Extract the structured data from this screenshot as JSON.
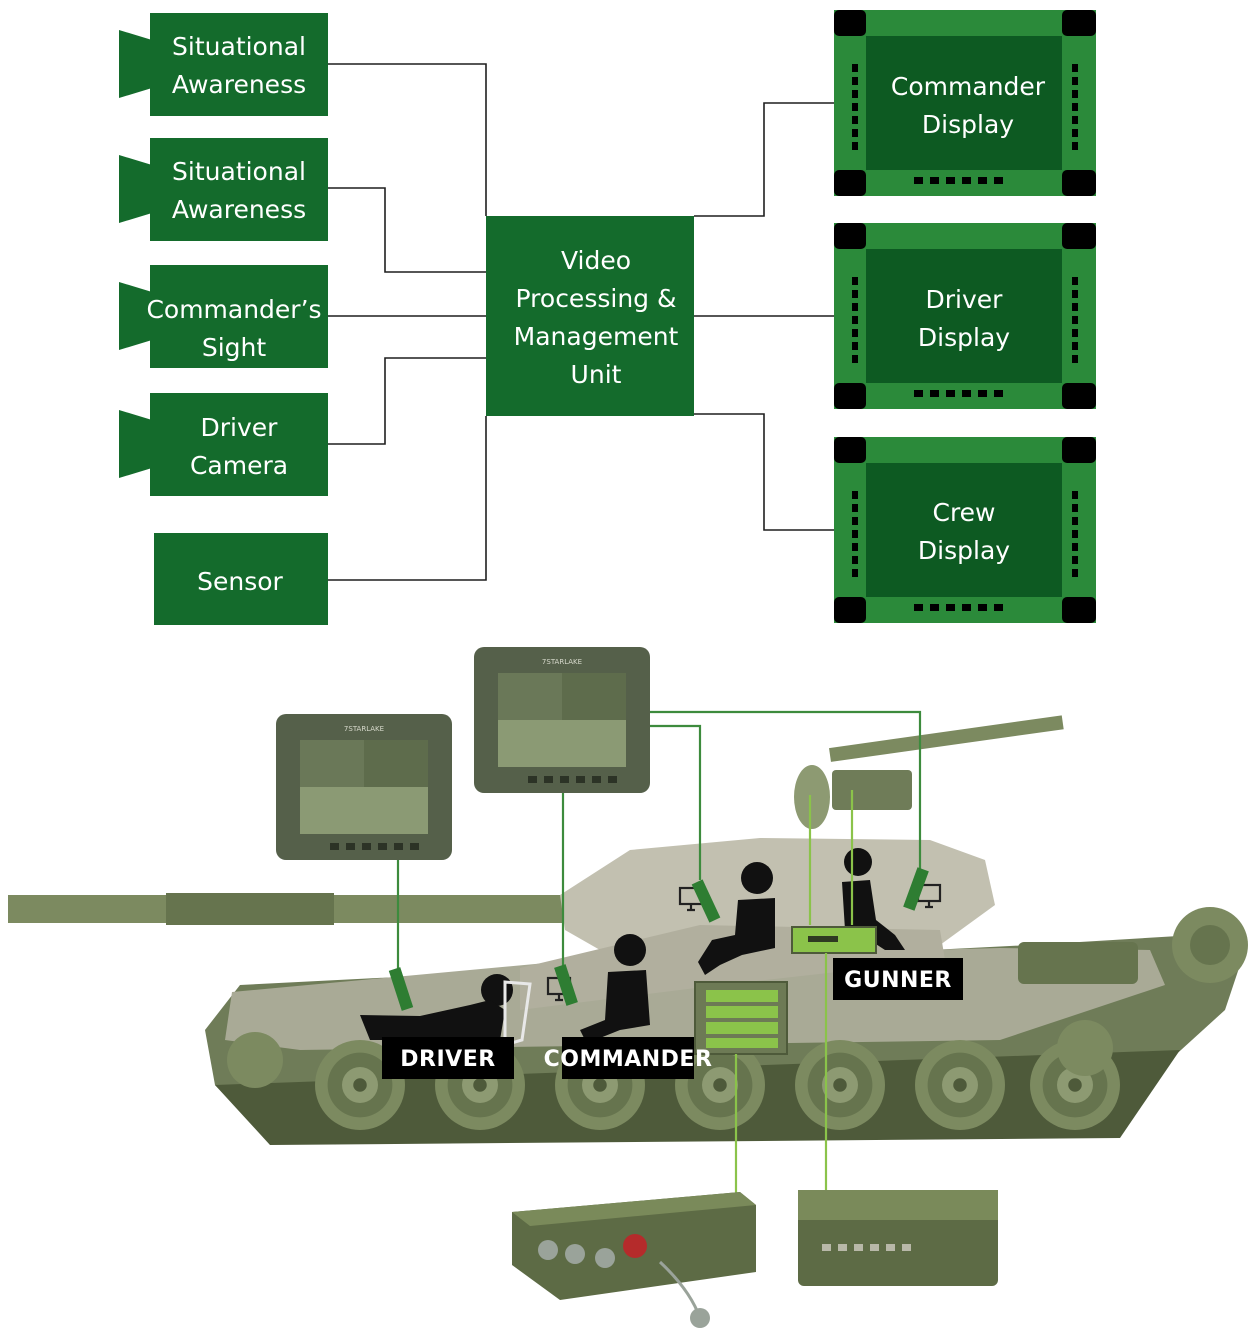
{
  "diagram": {
    "sources": [
      {
        "lines": [
          "Situational",
          "Awareness"
        ],
        "icon": "camera-icon"
      },
      {
        "lines": [
          "Situational",
          "Awareness"
        ],
        "icon": "camera-icon"
      },
      {
        "lines": [
          "Commander’s",
          "Sight"
        ],
        "icon": "camera-icon"
      },
      {
        "lines": [
          "Driver",
          "Camera"
        ],
        "icon": "camera-icon"
      },
      {
        "lines": [
          "Sensor"
        ],
        "icon": ""
      }
    ],
    "hub": {
      "lines": [
        "Video",
        "Processing &",
        "Management",
        "Unit"
      ]
    },
    "displays": [
      {
        "lines": [
          "Commander",
          "Display"
        ]
      },
      {
        "lines": [
          "Driver",
          "Display"
        ]
      },
      {
        "lines": [
          "Crew",
          "Display"
        ]
      }
    ],
    "colors": {
      "box_green": "#146b2c",
      "display_frame": "#2b8a3a",
      "display_screen": "#0d5a22",
      "tank_light": "#b8b6a6",
      "tank_dark": "#6f7c58",
      "wire_green": "#3d8b3d",
      "wire_lime": "#8bc34a"
    },
    "illustration": {
      "crew_labels": [
        "DRIVER",
        "COMMANDER",
        "GUNNER"
      ],
      "monitor_brand": "7STARLAKE"
    }
  }
}
